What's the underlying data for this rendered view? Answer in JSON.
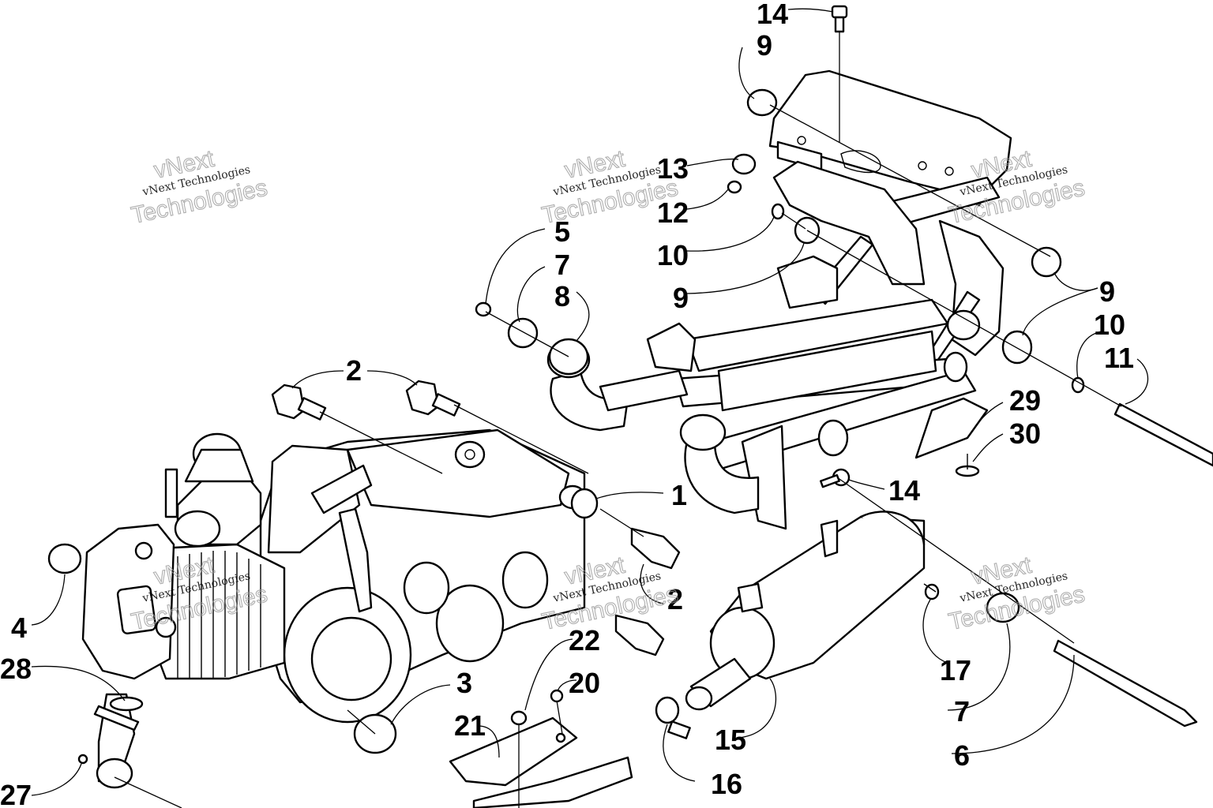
{
  "callouts": {
    "c1": "1",
    "c2a": "2",
    "c2b": "2",
    "c3": "3",
    "c4": "4",
    "c5": "5",
    "c6": "6",
    "c7a": "7",
    "c7b": "7",
    "c8": "8",
    "c9a": "9",
    "c9b": "9",
    "c9c": "9",
    "c10a": "10",
    "c10b": "10",
    "c11": "11",
    "c12": "12",
    "c13": "13",
    "c14a": "14",
    "c14b": "14",
    "c15": "15",
    "c16": "16",
    "c17": "17",
    "c20": "20",
    "c21": "21",
    "c22": "22",
    "c27": "27",
    "c28": "28",
    "c29": "29",
    "c30": "30"
  },
  "watermark": {
    "small": "vNext Technologies",
    "large_top": "vNext",
    "large_bottom": "Technologies"
  }
}
